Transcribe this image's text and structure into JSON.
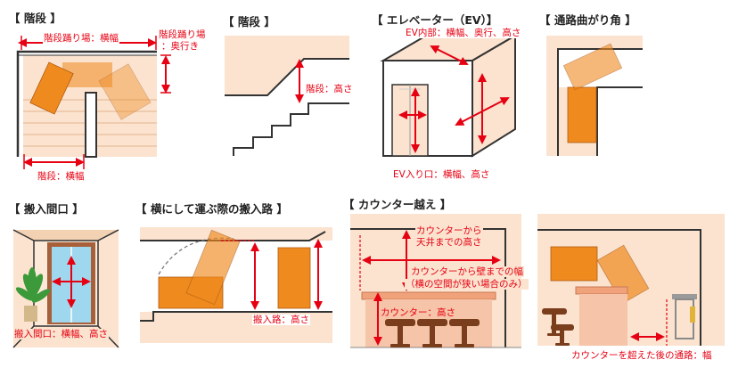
{
  "colors": {
    "accent_red": "#e60012",
    "furniture_orange": "#ef8a1f",
    "furniture_outline": "#b05a10",
    "room_fill": "#fbe3cf",
    "wall_line": "#333333"
  },
  "panels": {
    "stairs_top": {
      "title": "【 階段 】",
      "landing_width_label": "階段踊り場：横幅",
      "landing_depth_label_1": "階段踊り場",
      "landing_depth_label_2": "：奥行き",
      "stair_width_label": "階段：横幅"
    },
    "stairs_side": {
      "title": "【 階段 】",
      "height_label": "階段：高さ"
    },
    "elevator": {
      "title": "【 エレベーター（EV）】",
      "interior_label": "EV内部：横幅、奥行、高さ",
      "entrance_label": "EV入り口：横幅、高さ"
    },
    "corridor_corner": {
      "title": "【 通路曲がり角 】"
    },
    "entrance": {
      "title": "【 搬入間口 】",
      "label": "搬入間口：横幅、高さ"
    },
    "sideways_route": {
      "title": "【 横にして運ぶ際の搬入路 】",
      "label": "搬入路：高さ"
    },
    "counter": {
      "title": "【 カウンター越え 】",
      "ceiling_label_1": "カウンターから",
      "ceiling_label_2": "天井までの高さ",
      "wall_label_1": "カウンターから壁までの幅",
      "wall_label_2": "（横の空間が狭い場合のみ）",
      "counter_height_label": "カウンター：高さ"
    },
    "after_counter": {
      "label": "カウンターを超えた後の通路：幅"
    }
  }
}
